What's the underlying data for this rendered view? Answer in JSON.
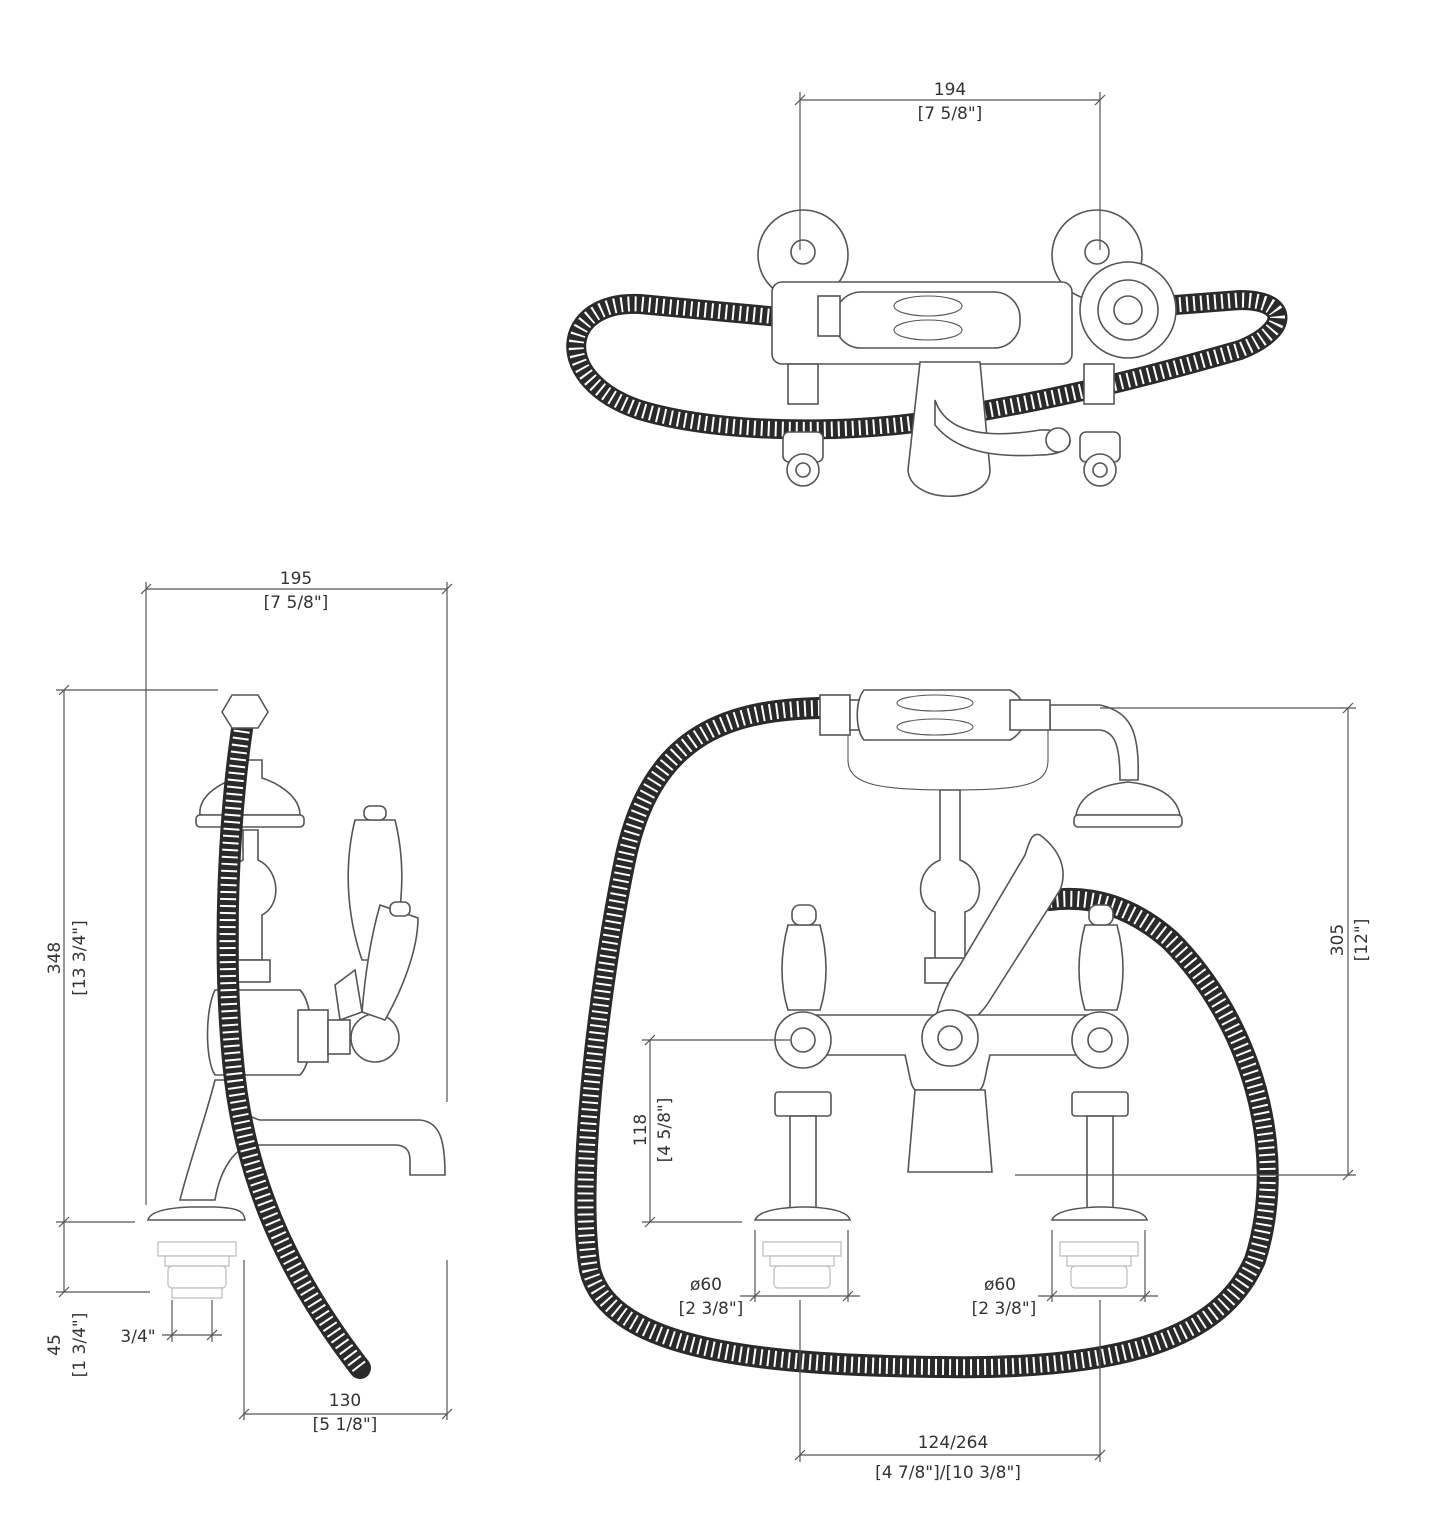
{
  "dimensions": {
    "top_width": {
      "mm": "194",
      "in": "[7 5/8\"]"
    },
    "side_width": {
      "mm": "195",
      "in": "[7 5/8\"]"
    },
    "side_height": {
      "mm": "348",
      "in": "[13 3/4\"]"
    },
    "side_base": {
      "mm": "45",
      "in": "[1 3/4\"]"
    },
    "side_thread": {
      "label": "3/4\""
    },
    "side_reach": {
      "mm": "130",
      "in": "[5 1/8\"]"
    },
    "front_height": {
      "mm": "305",
      "in": "[12\"]"
    },
    "front_spindle": {
      "mm": "118",
      "in": "[4 5/8\"]"
    },
    "left_hole": {
      "mm": "ø60",
      "in": "[2 3/8\"]"
    },
    "right_hole": {
      "mm": "ø60",
      "in": "[2 3/8\"]"
    },
    "centres": {
      "mm": "124/264",
      "in": "[4 7/8\"]/[10 3/8\"]"
    }
  }
}
